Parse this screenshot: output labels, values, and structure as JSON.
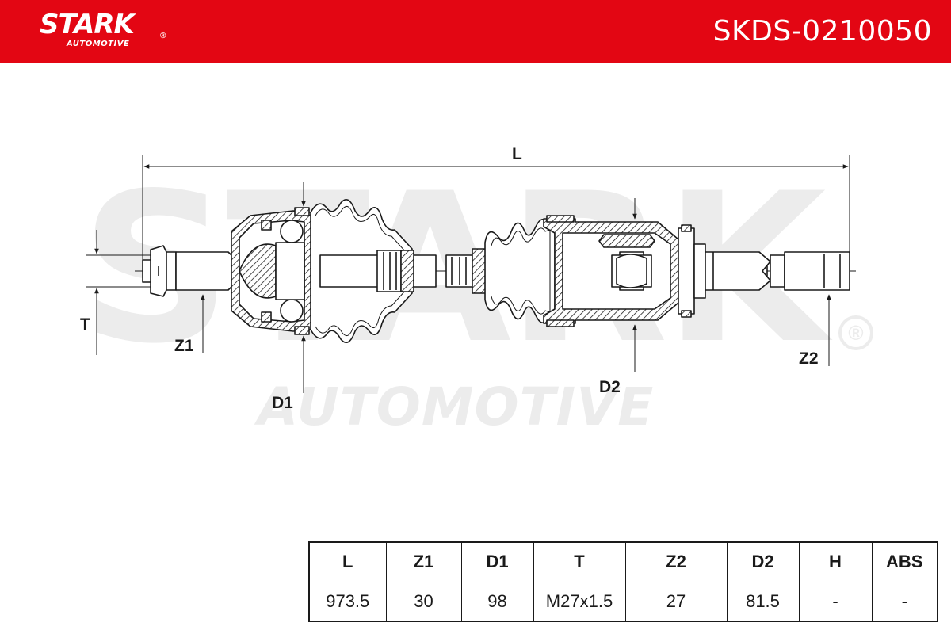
{
  "header": {
    "logo_text": "STARK",
    "logo_registered": "®",
    "logo_subtext": "AUTOMOTIVE",
    "part_number": "SKDS-0210050",
    "accent_color": "#e30613"
  },
  "watermark": {
    "main_text": "STARK",
    "sub_text": "AUTOMOTIVE",
    "registered": "®"
  },
  "diagram": {
    "labels": {
      "L": "L",
      "T": "T",
      "Z1": "Z1",
      "D1": "D1",
      "D2": "D2",
      "Z2": "Z2"
    }
  },
  "specs": {
    "headers": [
      "L",
      "Z1",
      "D1",
      "T",
      "Z2",
      "D2",
      "H",
      "ABS"
    ],
    "values": [
      "973.5",
      "30",
      "98",
      "M27x1.5",
      "27",
      "81.5",
      "-",
      "-"
    ]
  }
}
